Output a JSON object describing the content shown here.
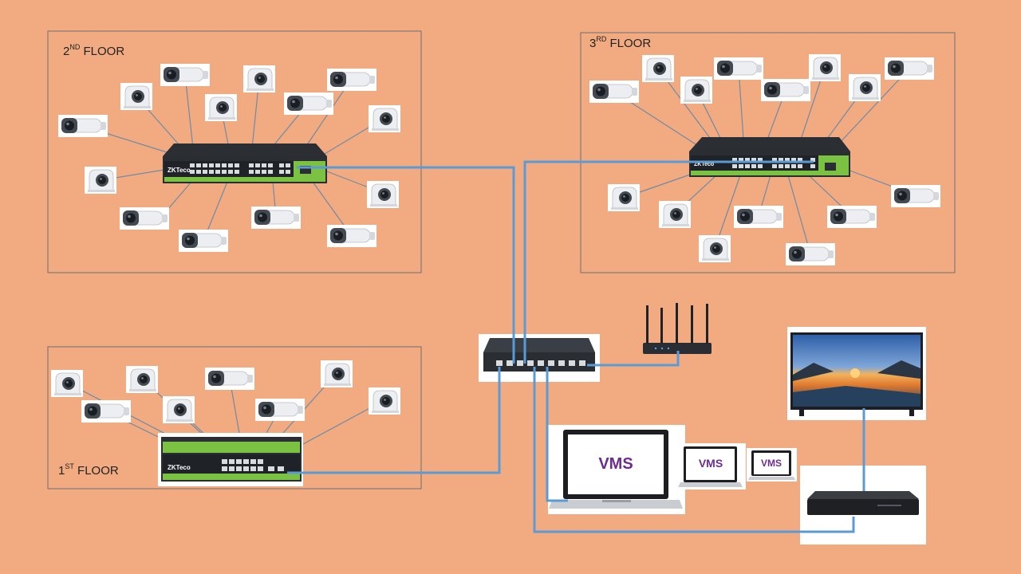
{
  "floors": {
    "second": {
      "prefix": "2",
      "sup": "ND",
      "suffix": " FLOOR"
    },
    "third": {
      "prefix": "3",
      "sup": "RD",
      "suffix": " FLOOR"
    },
    "first": {
      "prefix": "1",
      "sup": "ST",
      "suffix": " FLOOR"
    }
  },
  "switch_brand": "ZKTeco",
  "vms_label": "VMS",
  "icons": {
    "bullet_camera": "bullet-camera-icon",
    "dome_camera": "dome-camera-icon",
    "poe_switch": "poe-switch-icon",
    "core_switch": "network-switch-icon",
    "router": "wifi-router-icon",
    "monitor": "monitor-icon",
    "laptop": "laptop-icon",
    "nvr": "nvr-recorder-icon"
  },
  "colors": {
    "background": "#F2AB80",
    "uplink_cable": "#5b9bd5",
    "camera_wire": "#6f8aa5",
    "switch_accent": "#7cc242",
    "vms_text": "#6b2d90"
  }
}
